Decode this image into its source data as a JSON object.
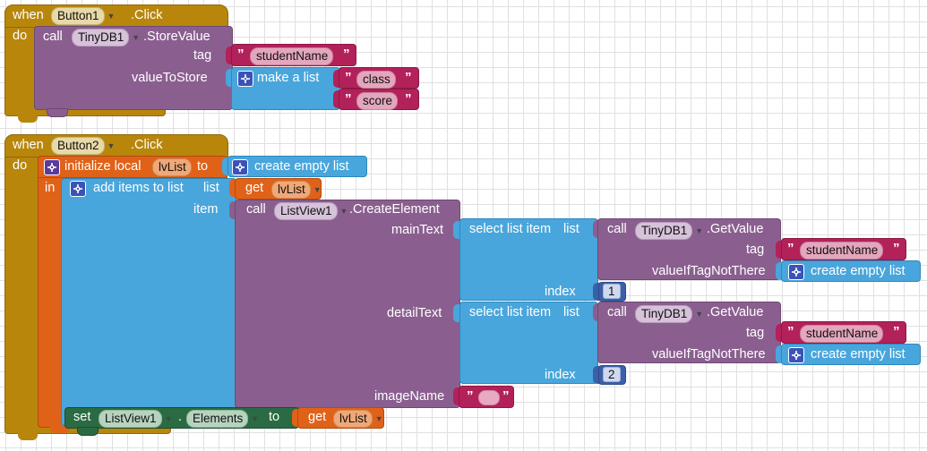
{
  "app": {
    "name": "MIT App Inventor Blocks Editor",
    "canvas_background": "#ffffff",
    "grid_mark_color": "#e0e0e0"
  },
  "palette": {
    "event": "#b8860b",
    "control": "#e06218",
    "list": "#49a6dc",
    "procedure_call": "#8a5f8f",
    "text": "#b3215a",
    "math": "#3b5fa8",
    "setter": "#2a6b43",
    "variable": "#e06218"
  },
  "blocks": {
    "block1": {
      "event": {
        "when": "when",
        "component": "Button1",
        "event_name": ".Click",
        "do_label": "do"
      },
      "call": {
        "call": "call",
        "component": "TinyDB1",
        "method": ".StoreValue",
        "args": [
          {
            "label": "tag"
          },
          {
            "label": "valueToStore"
          }
        ]
      },
      "tag_text": "studentName",
      "make_a_list": "make a list",
      "list_items": [
        "class",
        "score"
      ]
    },
    "block2": {
      "event": {
        "when": "when",
        "component": "Button2",
        "event_name": ".Click",
        "do_label": "do"
      },
      "init_local": {
        "prefix": "initialize local",
        "var_name": "lvList",
        "to": "to",
        "in": "in"
      },
      "create_empty_list": "create empty list",
      "add_items": {
        "label": "add items to list",
        "list_arg": "list",
        "item_arg": "item"
      },
      "get_lvlist": {
        "get": "get",
        "var_name": "lvList"
      },
      "create_element": {
        "call": "call",
        "component": "ListView1",
        "method": ".CreateElement",
        "args": [
          "mainText",
          "detailText",
          "imageName"
        ]
      },
      "select_item": {
        "label": "select list item",
        "list_arg": "list",
        "index_arg": "index"
      },
      "getvalue": {
        "call": "call",
        "component": "TinyDB1",
        "method": ".GetValue",
        "tag_arg": "tag",
        "fallback_arg": "valueIfTagNotThere"
      },
      "tag_text": "studentName",
      "fallback_text": "create empty list",
      "index_main": "1",
      "index_detail": "2",
      "image_name_value": "",
      "setter": {
        "set": "set",
        "component": "ListView1",
        "dot": ".",
        "property": "Elements",
        "to": "to"
      },
      "setter_value": {
        "get": "get",
        "var_name": "lvList"
      }
    }
  }
}
